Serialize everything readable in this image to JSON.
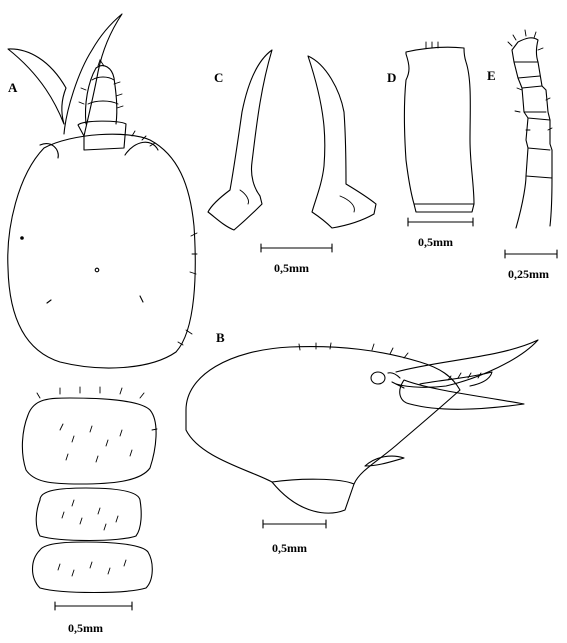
{
  "panels": {
    "a": {
      "letter": "A",
      "scale": "0,5mm"
    },
    "b": {
      "letter": "B",
      "scale": "0,5mm"
    },
    "c": {
      "letter": "C",
      "scale": "0,5mm"
    },
    "d": {
      "letter": "D",
      "scale": "0,5mm"
    },
    "e": {
      "letter": "E",
      "scale": "0,25mm"
    }
  }
}
